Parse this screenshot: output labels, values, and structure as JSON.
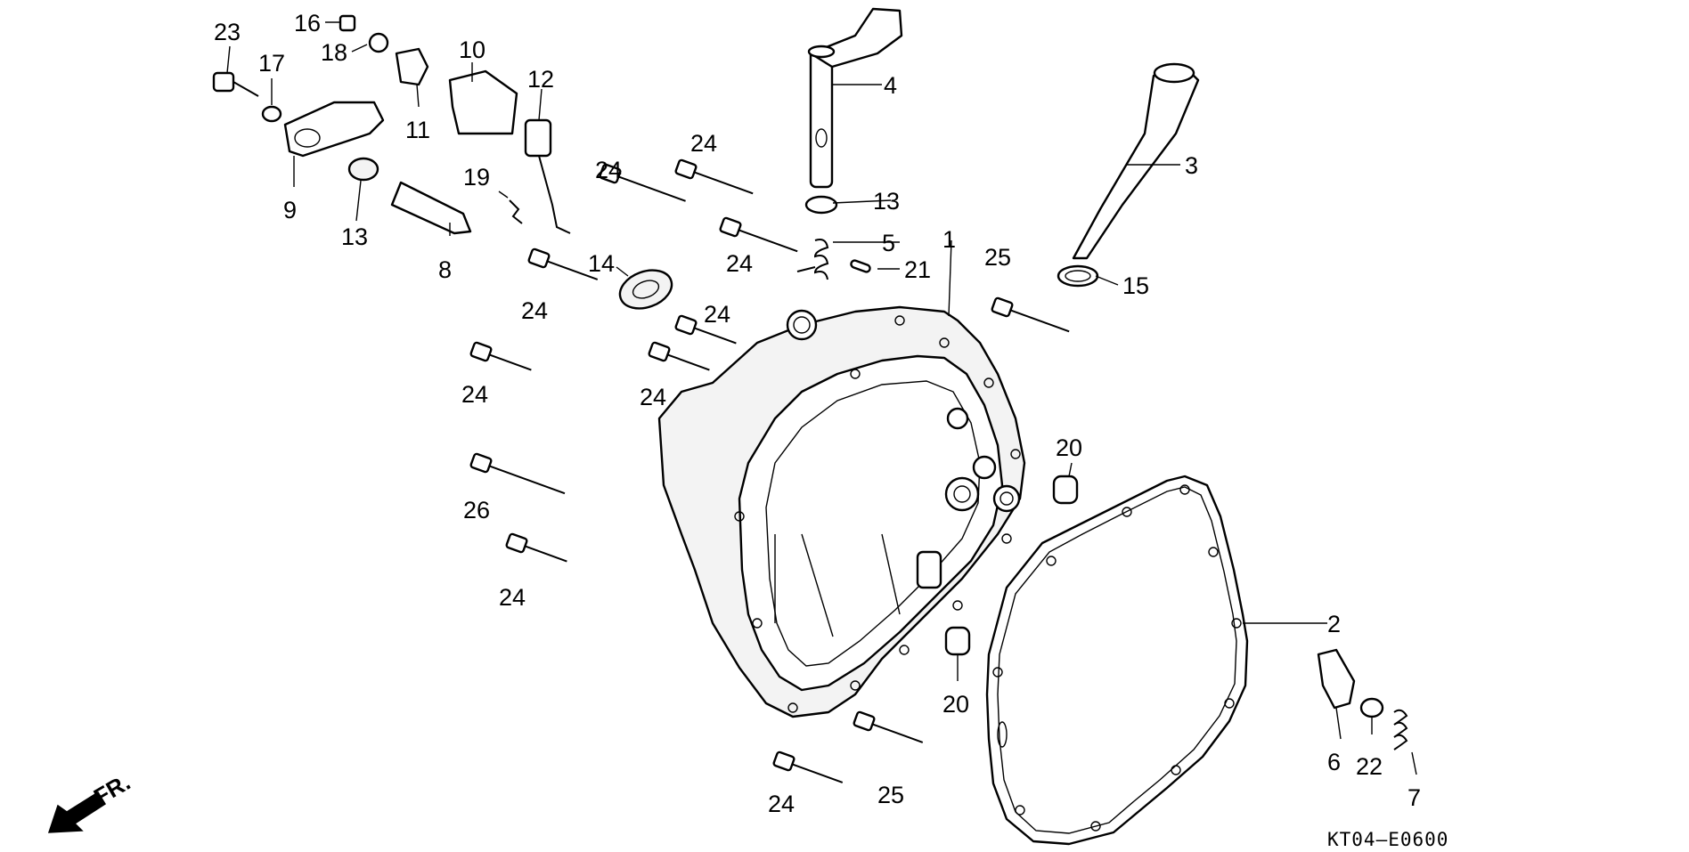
{
  "diagram": {
    "code": "KT04–E0600",
    "direction_label": "FR.",
    "callouts": [
      {
        "id": "c1",
        "label": "1"
      },
      {
        "id": "c2",
        "label": "2"
      },
      {
        "id": "c3",
        "label": "3"
      },
      {
        "id": "c4",
        "label": "4"
      },
      {
        "id": "c5",
        "label": "5"
      },
      {
        "id": "c6",
        "label": "6"
      },
      {
        "id": "c7",
        "label": "7"
      },
      {
        "id": "c8",
        "label": "8"
      },
      {
        "id": "c9",
        "label": "9"
      },
      {
        "id": "c10",
        "label": "10"
      },
      {
        "id": "c11",
        "label": "11"
      },
      {
        "id": "c12",
        "label": "12"
      },
      {
        "id": "c13a",
        "label": "13"
      },
      {
        "id": "c13b",
        "label": "13"
      },
      {
        "id": "c14",
        "label": "14"
      },
      {
        "id": "c15",
        "label": "15"
      },
      {
        "id": "c16",
        "label": "16"
      },
      {
        "id": "c17",
        "label": "17"
      },
      {
        "id": "c18",
        "label": "18"
      },
      {
        "id": "c19",
        "label": "19"
      },
      {
        "id": "c20a",
        "label": "20"
      },
      {
        "id": "c20b",
        "label": "20"
      },
      {
        "id": "c21",
        "label": "21"
      },
      {
        "id": "c22",
        "label": "22"
      },
      {
        "id": "c23",
        "label": "23"
      },
      {
        "id": "c24a",
        "label": "24"
      },
      {
        "id": "c24b",
        "label": "24"
      },
      {
        "id": "c24c",
        "label": "24"
      },
      {
        "id": "c24d",
        "label": "24"
      },
      {
        "id": "c24e",
        "label": "24"
      },
      {
        "id": "c24f",
        "label": "24"
      },
      {
        "id": "c24g",
        "label": "24"
      },
      {
        "id": "c24h",
        "label": "24"
      },
      {
        "id": "c24i",
        "label": "24"
      },
      {
        "id": "c25a",
        "label": "25"
      },
      {
        "id": "c25b",
        "label": "25"
      },
      {
        "id": "c26",
        "label": "26"
      }
    ]
  }
}
